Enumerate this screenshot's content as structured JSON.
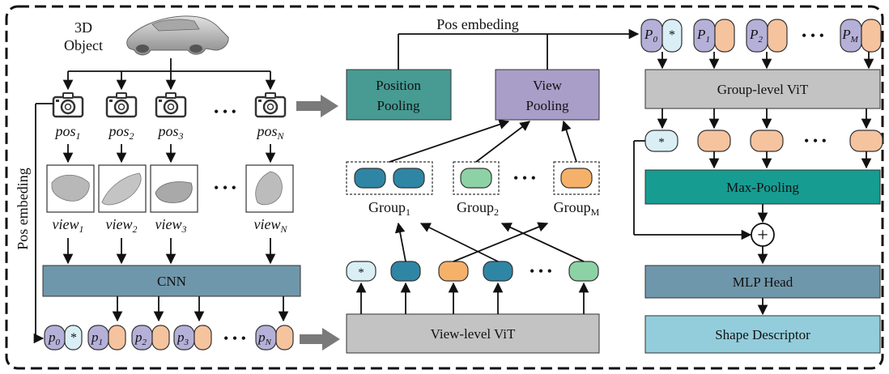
{
  "object_label": [
    "3D",
    "Object"
  ],
  "pos_embed_label_top": "Pos embeding",
  "pos_embed_label_side": "Pos embeding",
  "cameras": [
    {
      "base": "pos",
      "sub": "1"
    },
    {
      "base": "pos",
      "sub": "2"
    },
    {
      "base": "pos",
      "sub": "3"
    },
    {
      "base": "pos",
      "sub": "N"
    }
  ],
  "views": [
    {
      "base": "view",
      "sub": "1"
    },
    {
      "base": "view",
      "sub": "2"
    },
    {
      "base": "view",
      "sub": "3"
    },
    {
      "base": "view",
      "sub": "N"
    }
  ],
  "ellipsis": "• • •",
  "cnn_label": "CNN",
  "bottom_tokens": [
    {
      "base": "p",
      "sub": "0",
      "tag": "*"
    },
    {
      "base": "p",
      "sub": "1"
    },
    {
      "base": "p",
      "sub": "2"
    },
    {
      "base": "p",
      "sub": "3"
    },
    {
      "base": "p",
      "sub": "N"
    }
  ],
  "view_vit_label": "View-level ViT",
  "position_pooling_label": [
    "Position",
    "Pooling"
  ],
  "view_pooling_label": [
    "View",
    "Pooling"
  ],
  "groups": [
    {
      "base": "Group",
      "sub": "1"
    },
    {
      "base": "Group",
      "sub": "2"
    },
    {
      "base": "Group",
      "sub": "M"
    }
  ],
  "cls_token": "*",
  "top_tokens": [
    {
      "base": "P",
      "sub": "0",
      "tag": "*"
    },
    {
      "base": "P",
      "sub": "1"
    },
    {
      "base": "P",
      "sub": "2"
    },
    {
      "base": "P",
      "sub": "M"
    }
  ],
  "group_vit_label": "Group-level ViT",
  "max_pooling_label": "Max-Pooling",
  "plus_symbol": "+",
  "mlp_head_label": "MLP Head",
  "shape_descriptor_label": "Shape Descriptor",
  "colors": {
    "position_pooling": "#479b93",
    "view_pooling": "#a89ec8",
    "gray_block": "#c3c3c3",
    "max_pooling": "#179c92",
    "mlp_head": "#6f97ab",
    "shape_descriptor": "#93cddb",
    "cnn": "#6f97ab",
    "token_purple": "#b5b0d8",
    "token_orange": "#f5c39e",
    "token_cls": "#d9eef5",
    "token_blue": "#2f86a4",
    "token_orange_mid": "#f5b16a",
    "token_green": "#8cd2a4"
  }
}
